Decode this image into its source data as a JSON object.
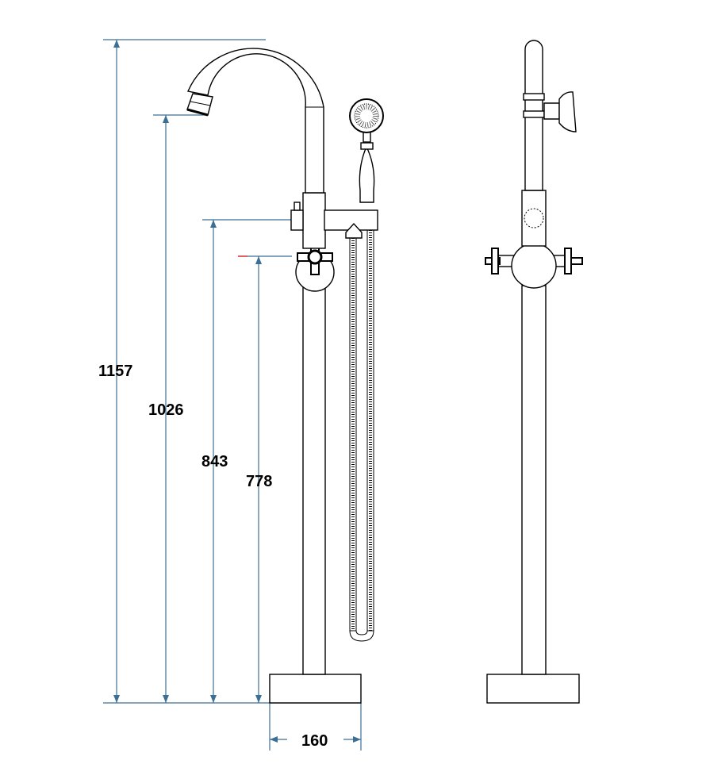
{
  "drawing": {
    "title": "Freestanding bath/shower mixer dimension drawing",
    "dimensions": {
      "overall_height": "1157",
      "spout_outlet_height": "1026",
      "diverter_height": "843",
      "valve_height": "778",
      "base_width": "160"
    },
    "colors": {
      "dimension_line": "#3d6f94",
      "outline": "#000000",
      "marker": "#d0302a"
    }
  }
}
